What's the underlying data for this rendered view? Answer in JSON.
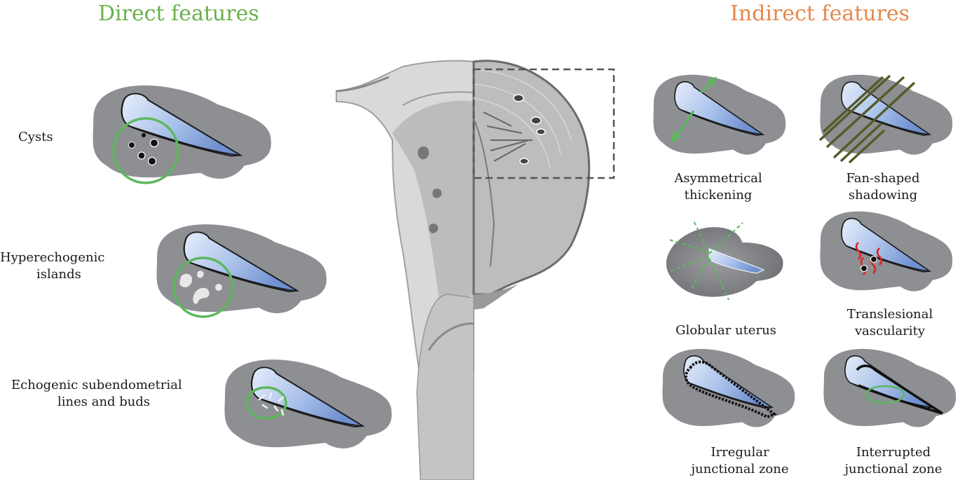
{
  "headers": {
    "direct": "Direct features",
    "indirect": "Indirect features"
  },
  "direct": {
    "cysts": [
      "Cysts"
    ],
    "islands": [
      "Hyperechogenic",
      "islands"
    ],
    "lines": [
      "Echogenic subendometrial",
      "lines and buds"
    ]
  },
  "indirect": {
    "asym": [
      "Asymmetrical",
      "thickening"
    ],
    "fan": [
      "Fan-shaped",
      "shadowing"
    ],
    "globular": [
      "Globular uterus"
    ],
    "vasc": [
      "Translesional",
      "vascularity"
    ],
    "irregular": [
      "Irregular",
      "junctional zone"
    ],
    "interrupted": [
      "Interrupted",
      "junctional zone"
    ]
  },
  "colors": {
    "direct_header": "#6ab04c",
    "indirect_header": "#e8874a",
    "green_marker": "#5cb85c",
    "uterus_fill": "#8d8f92",
    "cavity_fill": "#9fb8e6",
    "vessel_red": "#e02020"
  },
  "icons": [
    "uterus-icon",
    "cavity-icon",
    "cyst-icon",
    "arrow-icon",
    "vessel-icon"
  ]
}
